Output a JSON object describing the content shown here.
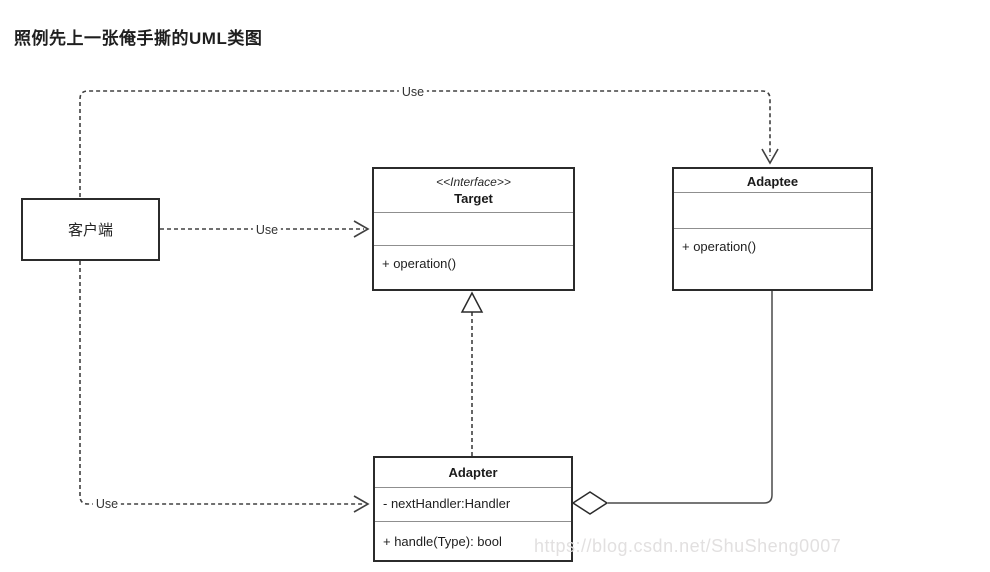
{
  "page": {
    "title": "照例先上一张俺手撕的UML类图",
    "watermark": "https://blog.csdn.net/ShuSheng0007"
  },
  "diagram": {
    "classes": {
      "client": {
        "name": "客户端"
      },
      "target": {
        "stereotype": "<<Interface>>",
        "name": "Target",
        "attributes": [],
        "methods": [
          "+ operation()"
        ]
      },
      "adaptee": {
        "name": "Adaptee",
        "attributes": [],
        "methods": [
          "+ operation()"
        ]
      },
      "adapter": {
        "name": "Adapter",
        "attributes": [
          "- nextHandler:Handler"
        ],
        "methods": [
          "+ handle(Type): bool"
        ]
      }
    },
    "relations": {
      "client_to_adaptee": {
        "label": "Use",
        "type": "dependency",
        "style": "dashed-open-arrow"
      },
      "client_to_target": {
        "label": "Use",
        "type": "dependency",
        "style": "dashed-open-arrow"
      },
      "client_to_adapter": {
        "label": "Use",
        "type": "dependency",
        "style": "dashed-open-arrow"
      },
      "adapter_to_target": {
        "type": "realization",
        "style": "dashed-hollow-triangle"
      },
      "adapter_to_adaptee": {
        "type": "aggregation",
        "style": "solid-hollow-diamond"
      }
    },
    "colors": {
      "line": "#404040",
      "box_border": "#2b2b2b",
      "divider": "#8f8f8f",
      "text": "#1a1a1a",
      "watermark": "#e2e0e0"
    }
  }
}
